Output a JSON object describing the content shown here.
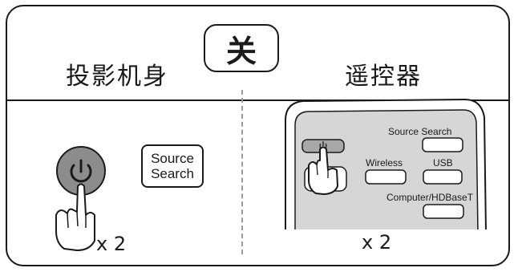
{
  "title": "关",
  "projector_heading": "投影机身",
  "remote_heading": "遥控器",
  "projector": {
    "source_search_line1": "Source",
    "source_search_line2": "Search",
    "press_count": "x 2"
  },
  "remote": {
    "source_search_label": "Source Search",
    "wireless_label": "Wireless",
    "usb_label": "USB",
    "computer_label": "Computer/HDBaseT",
    "press_count": "x 2"
  },
  "colors": {
    "power_button_fill": "#8c8c8c",
    "remote_panel_fill": "#d6d6d6",
    "remote_power_fill": "#a8a8a8",
    "outline": "#1a1a1a"
  }
}
